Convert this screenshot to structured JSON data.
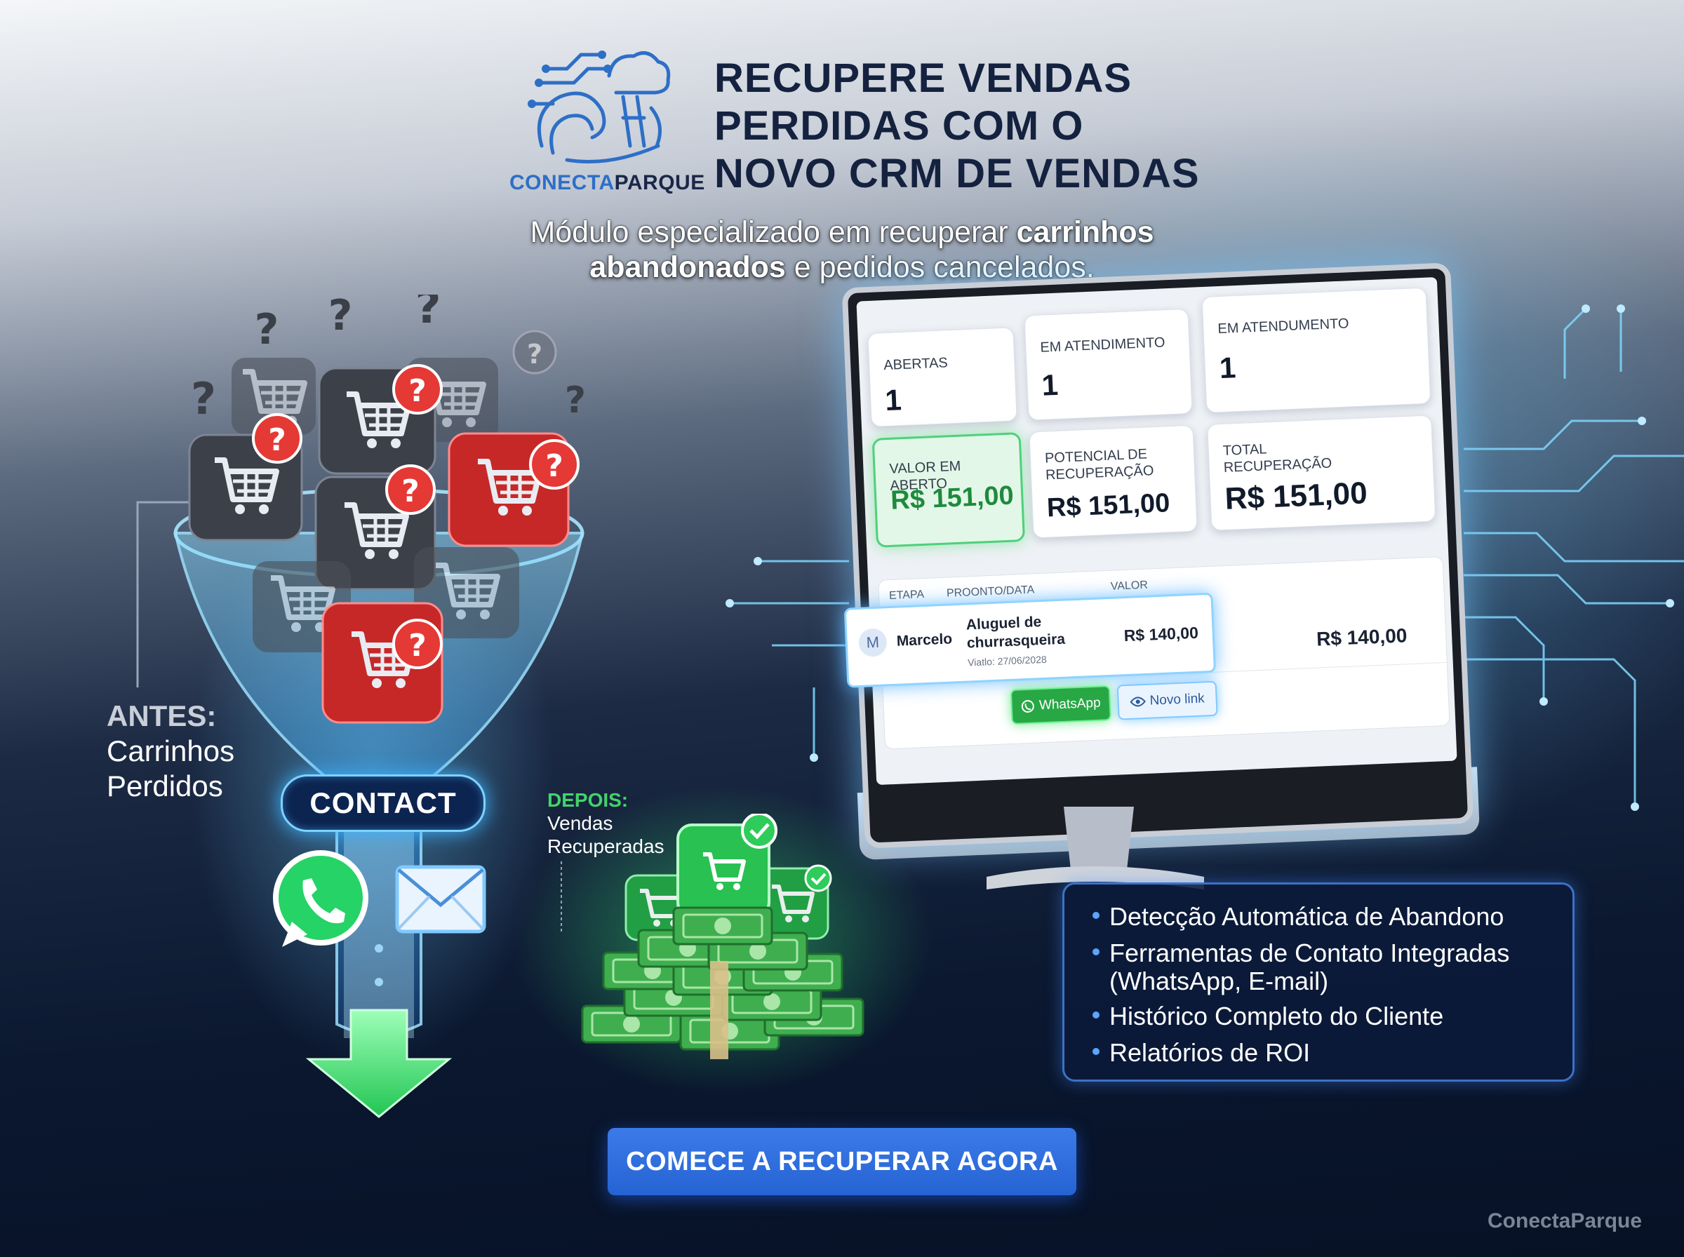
{
  "header": {
    "title_lines": [
      "RECUPERE VENDAS",
      "PERDIDAS COM O",
      "NOVO CRM DE VENDAS"
    ],
    "brand_part1": "CONECTA",
    "brand_part2": "PARQUE"
  },
  "subtitle": {
    "part1": "Módulo especializado em recuperar ",
    "bold1": "carrinhos",
    "bold2": "abandonados",
    "part2": " e pedidos cancelados."
  },
  "funnel": {
    "before_label": "ANTES:",
    "before_text1": "Carrinhos",
    "before_text2": "Perdidos",
    "contact_label": "CONTACT",
    "after_label": "DEPOIS:",
    "after_text1": "Vendas",
    "after_text2": "Recuperadas"
  },
  "dashboard": {
    "cards": [
      {
        "label": "ABERTAS",
        "value": "1"
      },
      {
        "label": "EM ATENDIMENTO",
        "value": "1"
      },
      {
        "label": "EM ATENDUMENTO",
        "value": "1"
      },
      {
        "label": "VALOR EM ABERTO",
        "value": "R$ 151,00"
      },
      {
        "label_line1": "POTENCIAL DE",
        "label_line2": "RECUPERAÇÃO",
        "value": "R$ 151,00"
      },
      {
        "label_line1": "TOTAL",
        "label_line2": "RECUPERAÇÃO",
        "value": "R$ 151,00"
      }
    ],
    "table_headers": [
      "ETAPA",
      "PROONTO/DATA",
      "VALOR"
    ],
    "row_value": "R$ 140,00",
    "popup": {
      "avatar_initial": "M",
      "name": "Marcelo",
      "item_line1": "Aluguel de",
      "item_line2": "churrasqueira",
      "date": "Viatlo: 27/06/2028",
      "value": "R$ 140,00"
    },
    "whatsapp_button": "WhatsApp",
    "new_link_button": "Novo link"
  },
  "features": [
    "Detecção Automática de Abandono",
    "Ferramentas de Contato Integradas",
    "(WhatsApp, E-mail)",
    "Histórico Completo do Cliente",
    "Relatórios de ROI"
  ],
  "cta_label": "COMECE A RECUPERAR AGORA",
  "footer_brand": "ConectaParque",
  "colors": {
    "accent_blue": "#2563d2",
    "success_green": "#28a745",
    "alert_red": "#d63030",
    "navy": "#0b1830"
  },
  "icons": [
    "brand-logo-icon",
    "shopping-cart-icon",
    "question-badge-icon",
    "whatsapp-icon",
    "envelope-icon",
    "check-badge-icon",
    "money-stack-icon",
    "down-arrow-icon",
    "eye-icon"
  ]
}
